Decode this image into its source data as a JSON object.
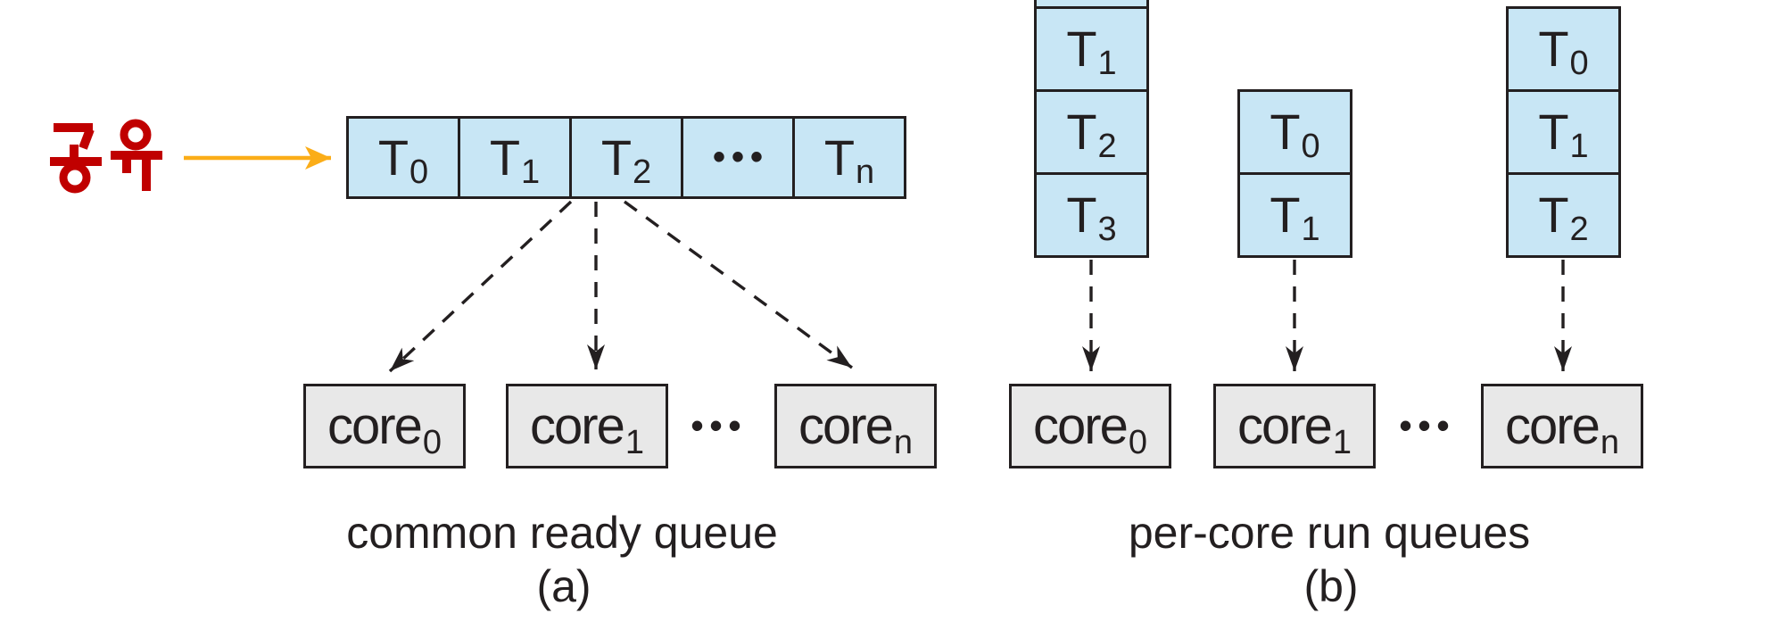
{
  "colors": {
    "ink": "#231F20",
    "queue_fill": "#C8E6F5",
    "core_fill": "#E8E8E8",
    "shared_label_red": "#C00000",
    "shared_arrow_orange": "#FBAD18"
  },
  "shared_label": {
    "text": "공유"
  },
  "panel_a": {
    "queue_cells": [
      {
        "t": "T",
        "sub": "0"
      },
      {
        "t": "T",
        "sub": "1"
      },
      {
        "t": "T",
        "sub": "2"
      },
      {
        "t": "•••",
        "sub": ""
      },
      {
        "t": "T",
        "sub": "n"
      }
    ],
    "cores": [
      {
        "t": "core",
        "sub": "0"
      },
      {
        "t": "core",
        "sub": "1"
      },
      {
        "t": "core",
        "sub": "n"
      }
    ],
    "cores_ellipsis": "•••",
    "caption": "common ready queue",
    "tag": "(a)"
  },
  "panel_b": {
    "stacks": [
      {
        "truncated_top": true,
        "cells": [
          {
            "t": "T",
            "sub": "1"
          },
          {
            "t": "T",
            "sub": "2"
          },
          {
            "t": "T",
            "sub": "3"
          }
        ]
      },
      {
        "cells": [
          {
            "t": "T",
            "sub": "0"
          },
          {
            "t": "T",
            "sub": "1"
          }
        ]
      },
      {
        "cells": [
          {
            "t": "T",
            "sub": "0"
          },
          {
            "t": "T",
            "sub": "1"
          },
          {
            "t": "T",
            "sub": "2"
          }
        ]
      }
    ],
    "cores": [
      {
        "t": "core",
        "sub": "0"
      },
      {
        "t": "core",
        "sub": "1"
      },
      {
        "t": "core",
        "sub": "n"
      }
    ],
    "cores_ellipsis": "•••",
    "caption": "per-core run queues",
    "tag": "(b)"
  }
}
